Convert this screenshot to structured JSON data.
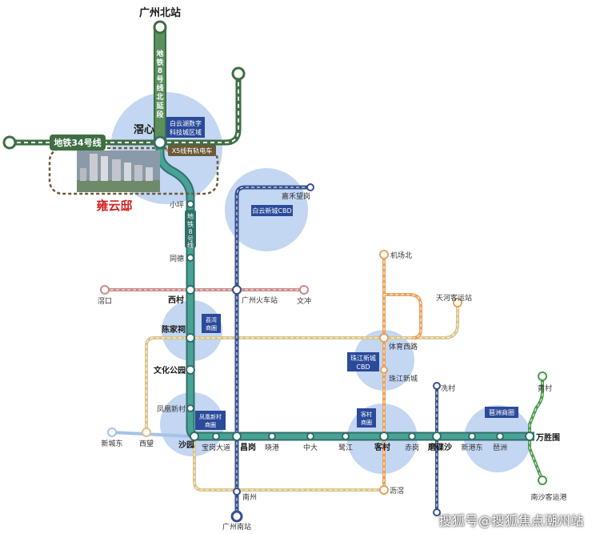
{
  "colors": {
    "line8": "#3d8a80",
    "line8_dark": "#2f7168",
    "metro34": "#3e6e42",
    "line2": "#36508f",
    "orange": "#e8a15c",
    "red": "#c98a8a",
    "tan": "#d9c48a",
    "sky": "#a6c2e8",
    "circle": "#b8cff0",
    "label_box": "#2a4a9a",
    "title_red": "#d42020",
    "x5_box": "#6b5a3a",
    "green_line": "#4a9a4a"
  },
  "labels": {
    "gz_north": "广州北站",
    "line8_north_ext": "地铁8号线北延段",
    "metro34": "地铁34号线",
    "xxin": "滘心",
    "baiyun_lake_1": "白云湖数字",
    "baiyun_lake_2": "科技城区域",
    "x5": "X5线有轨电车",
    "yongyun": "雍云邸",
    "xiaoping": "小坪",
    "line8_label": "地铁8号线",
    "jiahe": "嘉禾望岗",
    "baiyun_cbd": "白云新城CBD",
    "tongde": "同德",
    "jichang_north": "机场北",
    "tianhe_ke": "天河客运站",
    "luokou": "滘口",
    "xicun": "西村",
    "gz_station": "广州火车站",
    "wenchong": "文冲",
    "liwan_1": "荔湾",
    "liwan_2": "商圈",
    "chenjiaci": "陈家祠",
    "tiyu_xilu": "体育西路",
    "zhujiang_cbd_1": "珠江新城",
    "zhujiang_cbd_2": "CBD",
    "zhujiang_xincheng": "珠江新城",
    "wenhua": "文化公园",
    "xiancun": "冼村",
    "huangcun": "黄村",
    "fenghuang_xincun": "凤凰新村",
    "fenghuang_1": "凤凰新村",
    "fenghuang_2": "商圈",
    "kecun_1": "客村",
    "kecun_2": "商圈",
    "pazhou_circle": "琶洲商圈",
    "xinchengdong": "新城东",
    "xiwang": "西望",
    "shayuan": "沙园",
    "baogang": "宝岗大道",
    "changgang": "昌岗",
    "xiaogang": "晓港",
    "zhongda": "中大",
    "lujiang": "鹭江",
    "kecun": "客村",
    "chigang": "赤岗",
    "modiesha": "磨碟沙",
    "xingangdong": "新港东",
    "pazhou": "琶洲",
    "wanshengwei": "万胜围",
    "nanzhou": "南州",
    "lijiao": "沥滘",
    "nansha_port": "南沙客运港",
    "gz_south": "广州南站"
  },
  "watermark": "搜狐号@搜狐焦点潮州站"
}
